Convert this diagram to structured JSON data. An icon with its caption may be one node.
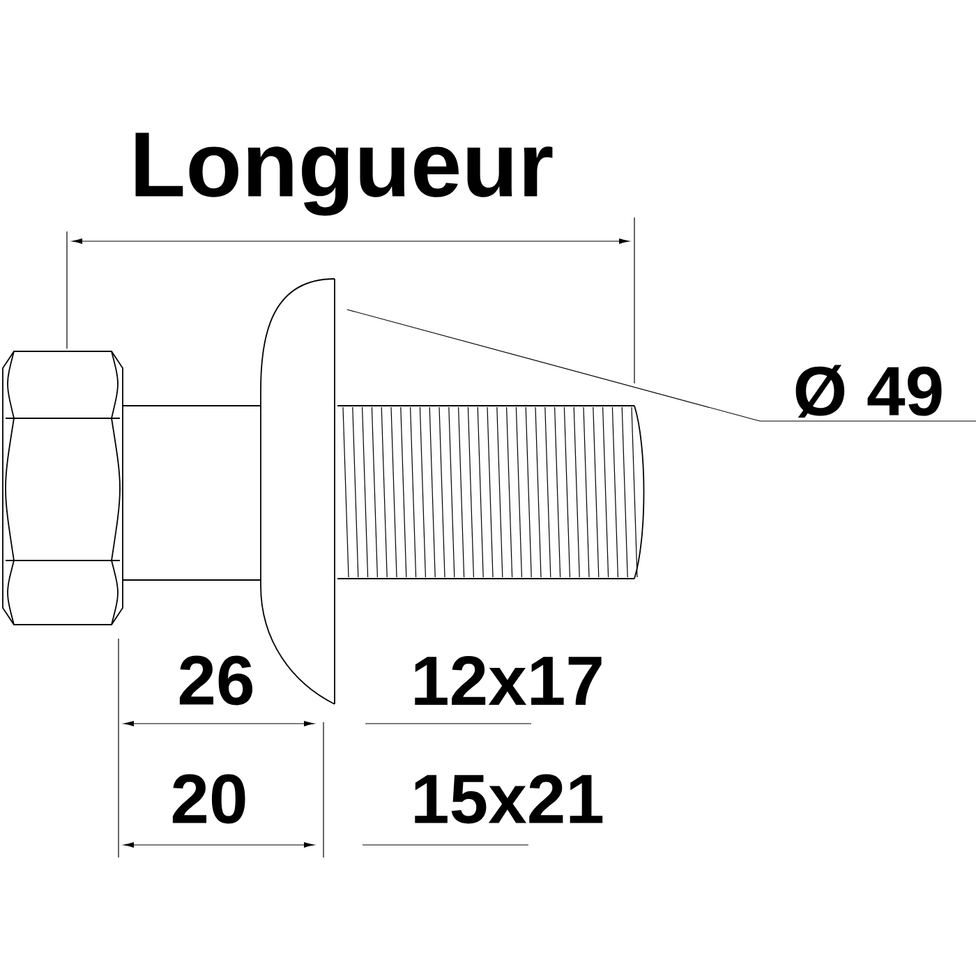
{
  "diagram": {
    "nodes": [
      {
        "text": [
          "Ø 49"
        ]
      },
      {
        "text": [],
        "shape": "picture"
      }
    ],
    "edges": [
      {
        "from": 0,
        "to": 1,
        "arrow": "none"
      }
    ],
    "labels": [
      "Longueur",
      "26",
      "12x17",
      "20",
      "15x21"
    ]
  }
}
